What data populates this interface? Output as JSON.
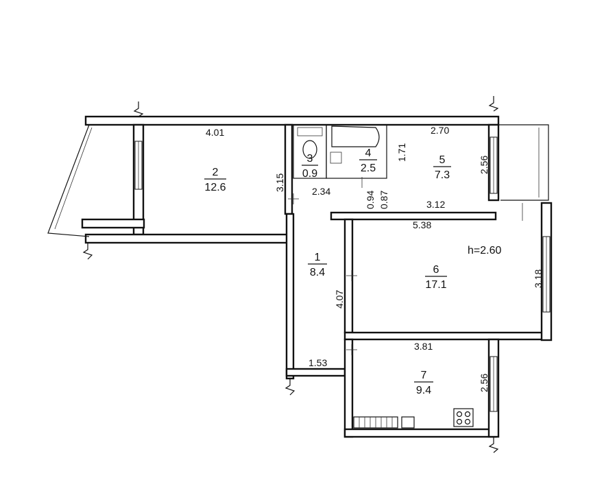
{
  "plan": {
    "height_label": "h=2.60",
    "rooms": [
      {
        "num": "1",
        "area": "8.4"
      },
      {
        "num": "2",
        "area": "12.6"
      },
      {
        "num": "3",
        "area": "0.9"
      },
      {
        "num": "4",
        "area": "2.5"
      },
      {
        "num": "5",
        "area": "7.3"
      },
      {
        "num": "6",
        "area": "17.1"
      },
      {
        "num": "7",
        "area": "9.4"
      }
    ],
    "dimensions": {
      "room2_width": "4.01",
      "room2_depth": "3.15",
      "bath_width": "2.34",
      "bath_depth": "1.71",
      "door_a": "0.94",
      "door_b": "0.87",
      "room5_width_top": "2.70",
      "room5_window": "2.56",
      "room5_width_bottom": "3.12",
      "room6_width": "5.38",
      "room6_window": "3.18",
      "hall_depth": "4.07",
      "room7_width": "3.81",
      "room7_window": "2.56",
      "entry_width": "1.53"
    }
  }
}
